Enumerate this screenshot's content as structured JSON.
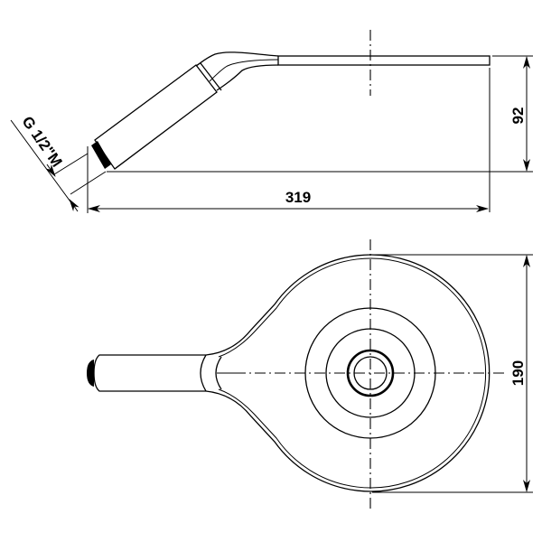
{
  "drawing": {
    "title": "Hand shower dimension drawing",
    "dimensions": {
      "length": "319",
      "height": "92",
      "diameter": "190",
      "thread": "G 1/2\"M"
    },
    "colors": {
      "line": "#000000",
      "background": "#ffffff"
    }
  }
}
